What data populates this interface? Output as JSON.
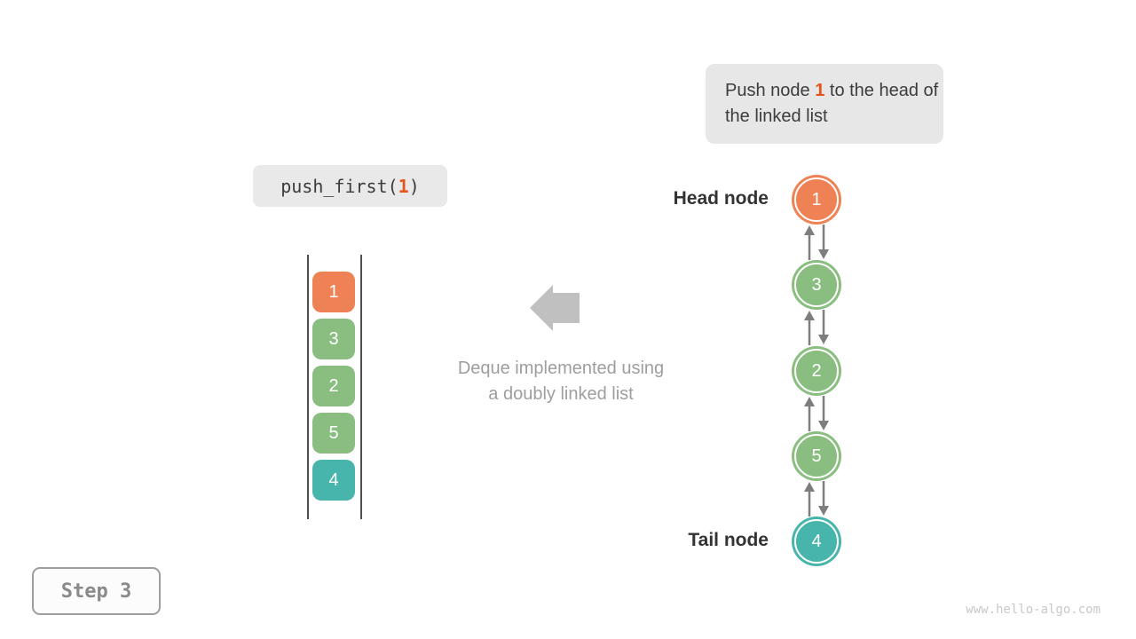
{
  "colors": {
    "orange": "#EF8255",
    "green": "#8ABD80",
    "teal": "#48B5AC",
    "highlight": "#E5541C",
    "callout_bg": "#E7E7E7",
    "code_bg": "#E9E9E9",
    "dark_text": "#3C3C3C",
    "caption_gray": "#9E9E9E",
    "arrow_gray": "#C0C0C0",
    "connector_gray": "#7E7E7E"
  },
  "callout": {
    "prefix": "Push node ",
    "value": "1",
    "suffix": " to the head of the linked list"
  },
  "code_call": {
    "prefix": "push_first(",
    "value": "1",
    "suffix": ")"
  },
  "stack": {
    "items": [
      {
        "value": "1",
        "color": "orange"
      },
      {
        "value": "3",
        "color": "green"
      },
      {
        "value": "2",
        "color": "green"
      },
      {
        "value": "5",
        "color": "green"
      },
      {
        "value": "4",
        "color": "teal"
      }
    ]
  },
  "arrow_caption": {
    "line1": "Deque implemented using",
    "line2": "a doubly linked list"
  },
  "linked_list": {
    "head_label": "Head node",
    "tail_label": "Tail node",
    "nodes": [
      {
        "value": "1",
        "color": "orange"
      },
      {
        "value": "3",
        "color": "green"
      },
      {
        "value": "2",
        "color": "green"
      },
      {
        "value": "5",
        "color": "green"
      },
      {
        "value": "4",
        "color": "teal"
      }
    ]
  },
  "step_badge": {
    "label": "Step 3"
  },
  "watermark": {
    "text": "www.hello-algo.com"
  }
}
